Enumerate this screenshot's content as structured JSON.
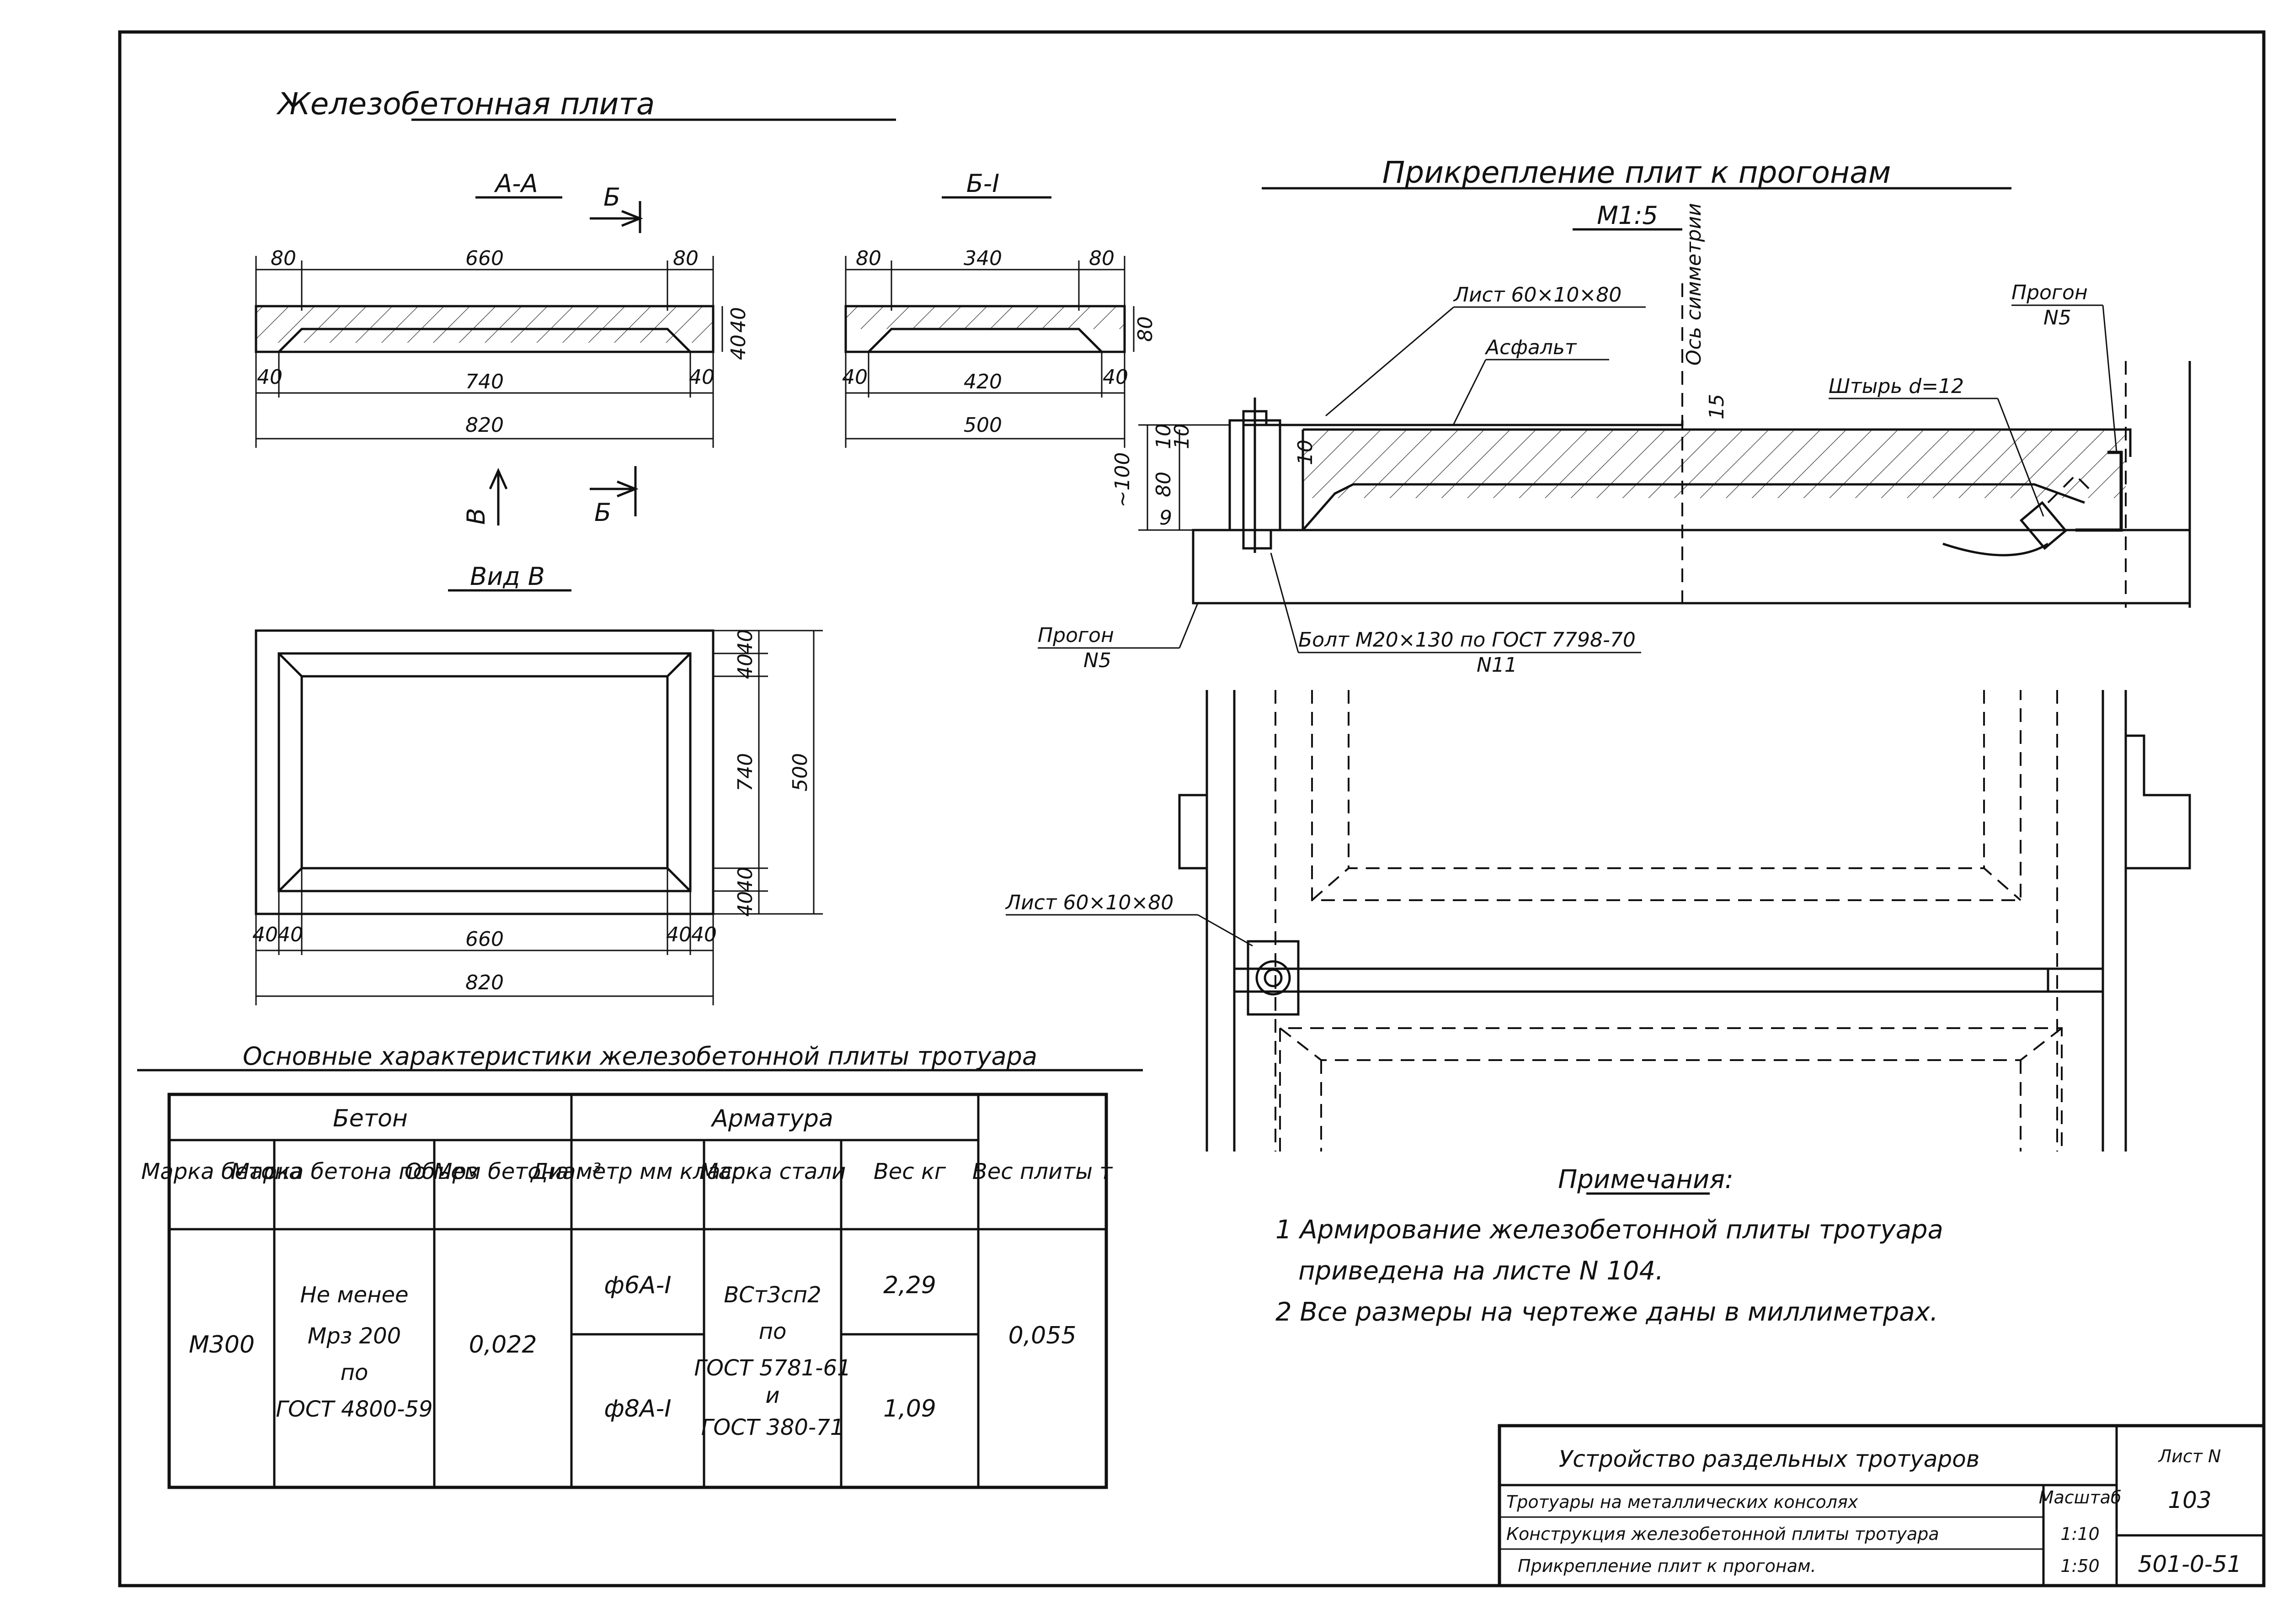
{
  "titles": {
    "slab": "Железобетонная плита",
    "section_aa": "А-А",
    "cut_b": "Б",
    "section_b1": "Б-І",
    "view_arrow_v": "В",
    "view_v": "Вид В",
    "attachment": "Прикрепление плит к прогонам",
    "attachment_scale": "М1:5",
    "characteristics": "Основные характеристики железобетонной плиты тротуара"
  },
  "dims": {
    "aa": {
      "top": [
        "80",
        "660",
        "80"
      ],
      "mid": [
        "40",
        "740",
        "40"
      ],
      "total": "820",
      "thick": [
        "40",
        "40"
      ]
    },
    "b1": {
      "top": [
        "80",
        "340",
        "80"
      ],
      "mid": [
        "40",
        "420",
        "40"
      ],
      "total": "500",
      "thick": "80"
    },
    "viewv": {
      "right": [
        "40",
        "40",
        "740",
        "40",
        "40"
      ],
      "height": "500",
      "bottom": [
        "40",
        "40",
        "660",
        "40",
        "40"
      ],
      "total": "820"
    },
    "detail": {
      "left": [
        "~100",
        "80",
        "10",
        "10",
        "9"
      ],
      "right": [
        "15"
      ],
      "inner": "10"
    }
  },
  "labels": {
    "sheet_plate": "Лист 60×10×80",
    "asphalt": "Асфальт",
    "axis": "Ось симметрии",
    "purlin": "Прогон",
    "purlin_num": "N5",
    "pin": "Штырь d=12",
    "bolt": "Болт М20×130 по ГОСТ 7798-70",
    "bolt_num": "N11",
    "sheet_plate_plan": "Лист 60×10×80"
  },
  "table": {
    "group_concrete": "Бетон",
    "group_rebar": "Арматура",
    "col_weight_plate": "Вес плиты т",
    "cols": [
      "Марка бетона",
      "Марка бетона по Мрз",
      "Объем бетона м³",
      "Диаметр мм класс",
      "Марка стали",
      "Вес кг"
    ],
    "row": {
      "grade": "М300",
      "frost": [
        "Не менее",
        "Мрз 200",
        "по",
        "ГОСТ 4800-59"
      ],
      "volume": "0,022",
      "diam": [
        "ф6А-І",
        "ф8А-І"
      ],
      "steel": [
        "ВСт3сп2",
        "по",
        "ГОСТ 5781-61",
        "и",
        "ГОСТ 380-71"
      ],
      "weights": [
        "2,29",
        "1,09"
      ],
      "plate_weight": "0,055"
    }
  },
  "notes": {
    "title": "Примечания:",
    "items": [
      "1  Армирование железобетонной плиты тротуара",
      "приведена на листе N 104.",
      "2  Все размеры на чертеже даны в миллиметрах."
    ]
  },
  "stamp": {
    "project": "Устройство раздельных тротуаров",
    "sheet_label": "Лист N",
    "sheet_no": "103",
    "rows": [
      "Тротуары на металлических консолях",
      "Конструкция железобетонной плиты тротуара",
      "Прикрепление плит к прогонам."
    ],
    "scale_label": "Масштаб",
    "scales": [
      "1:10",
      "1:50"
    ],
    "code": "501-0-51"
  }
}
